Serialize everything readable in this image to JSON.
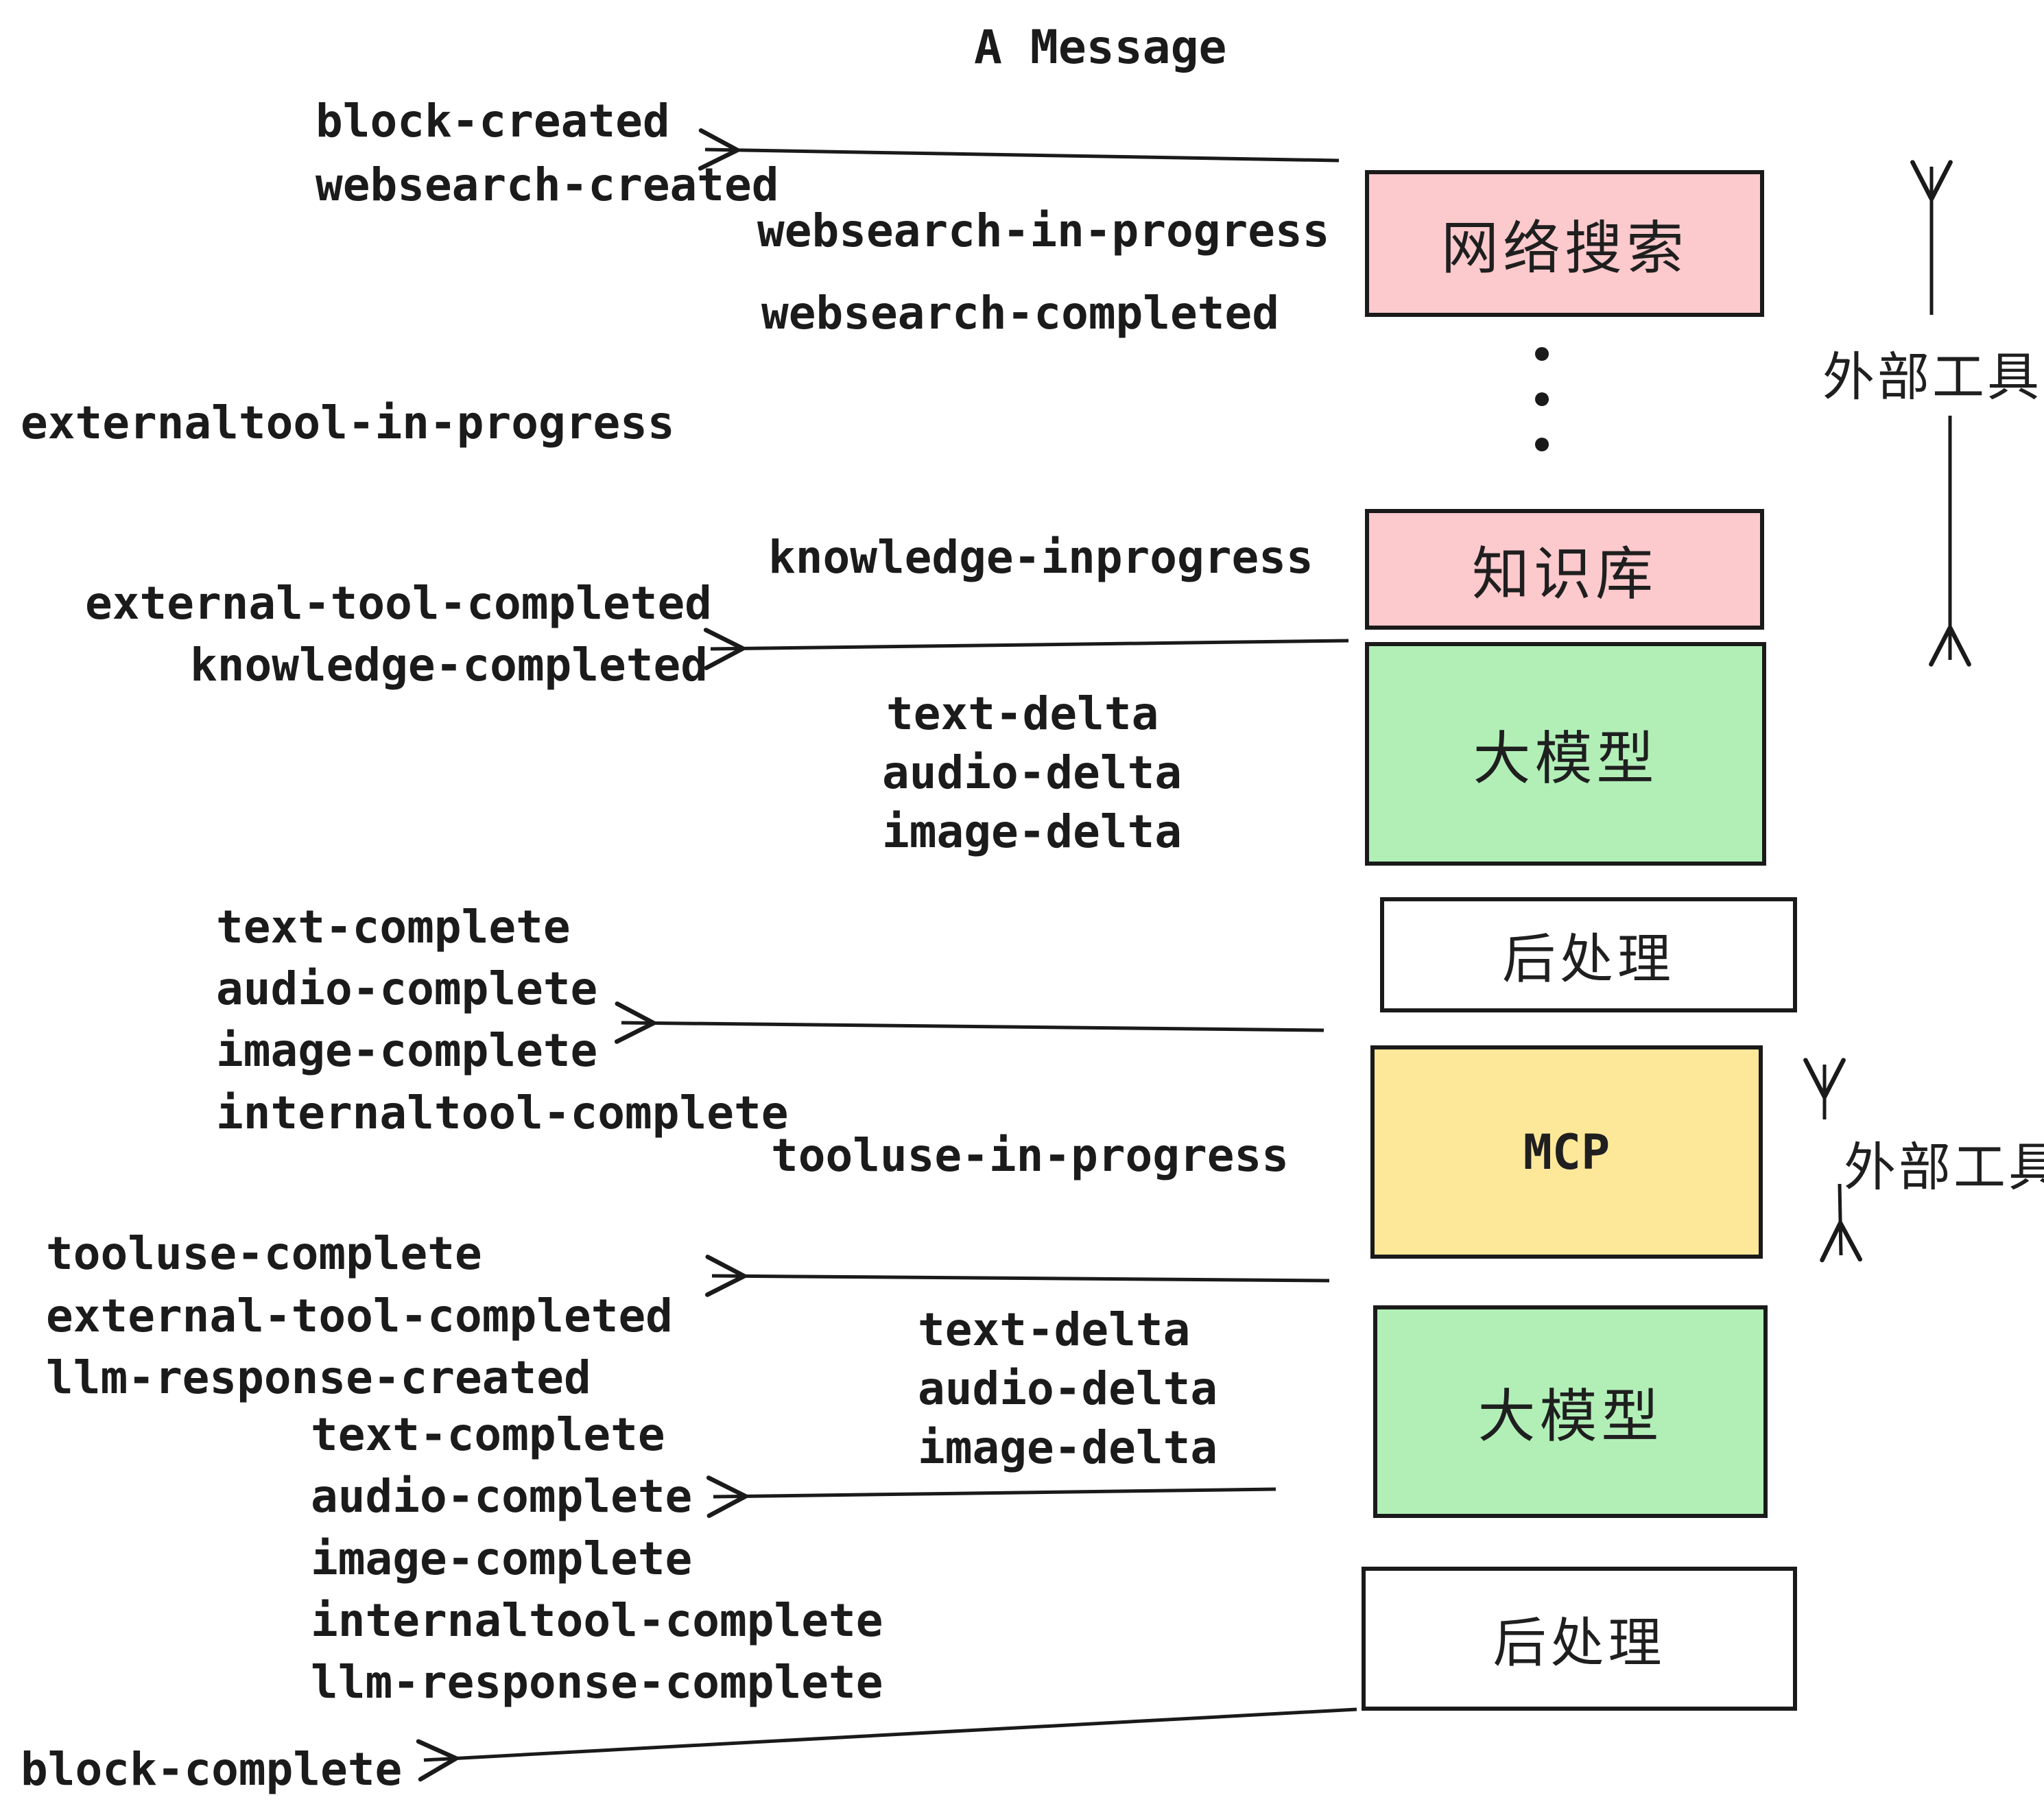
{
  "title": "A Message",
  "events": [
    {
      "id": "block-created",
      "label": "block-created"
    },
    {
      "id": "websearch-created",
      "label": "websearch-created"
    },
    {
      "id": "websearch-in-progress",
      "label": "websearch-in-progress"
    },
    {
      "id": "websearch-completed",
      "label": "websearch-completed"
    },
    {
      "id": "externaltool-in-progress",
      "label": "externaltool-in-progress"
    },
    {
      "id": "knowledge-inprogress",
      "label": "knowledge-inprogress"
    },
    {
      "id": "external-tool-completed-1",
      "label": "external-tool-completed"
    },
    {
      "id": "knowledge-completed",
      "label": "knowledge-completed"
    },
    {
      "id": "text-delta-1",
      "label": "text-delta"
    },
    {
      "id": "audio-delta-1",
      "label": "audio-delta"
    },
    {
      "id": "image-delta-1",
      "label": "image-delta"
    },
    {
      "id": "text-complete-1",
      "label": "text-complete"
    },
    {
      "id": "audio-complete-1",
      "label": "audio-complete"
    },
    {
      "id": "image-complete-1",
      "label": "image-complete"
    },
    {
      "id": "internaltool-complete-1",
      "label": "internaltool-complete"
    },
    {
      "id": "tooluse-in-progress",
      "label": "tooluse-in-progress"
    },
    {
      "id": "tooluse-complete",
      "label": "tooluse-complete"
    },
    {
      "id": "external-tool-completed-2",
      "label": "external-tool-completed"
    },
    {
      "id": "llm-response-created",
      "label": "llm-response-created"
    },
    {
      "id": "text-delta-2",
      "label": "text-delta"
    },
    {
      "id": "audio-delta-2",
      "label": "audio-delta"
    },
    {
      "id": "image-delta-2",
      "label": "image-delta"
    },
    {
      "id": "text-complete-2",
      "label": "text-complete"
    },
    {
      "id": "audio-complete-2",
      "label": "audio-complete"
    },
    {
      "id": "image-complete-2",
      "label": "image-complete"
    },
    {
      "id": "internaltool-complete-2",
      "label": "internaltool-complete"
    },
    {
      "id": "llm-response-complete",
      "label": "llm-response-complete"
    },
    {
      "id": "block-complete",
      "label": "block-complete"
    }
  ],
  "boxes": [
    {
      "id": "websearch-box",
      "label": "网络搜索",
      "color": "#fcc9cc"
    },
    {
      "id": "knowledge-box",
      "label": "知识库",
      "color": "#fcc9cc"
    },
    {
      "id": "llm-box-1",
      "label": "大模型",
      "color": "#b1efb7"
    },
    {
      "id": "postprocess-box-1",
      "label": "后处理",
      "color": "#ffffff"
    },
    {
      "id": "mcp-box",
      "label": "MCP",
      "color": "#fde89a"
    },
    {
      "id": "llm-box-2",
      "label": "大模型",
      "color": "#b1efb7"
    },
    {
      "id": "postprocess-box-2",
      "label": "后处理",
      "color": "#ffffff"
    }
  ],
  "side_labels": [
    {
      "id": "external-tools-top",
      "label": "外部工具"
    },
    {
      "id": "external-tools-mcp",
      "label": "外部工具"
    }
  ],
  "colors": {
    "ink": "#1a1a1a",
    "pink": "#fcc9cc",
    "green": "#b1efb7",
    "yellow": "#fde89a",
    "white": "#ffffff"
  }
}
